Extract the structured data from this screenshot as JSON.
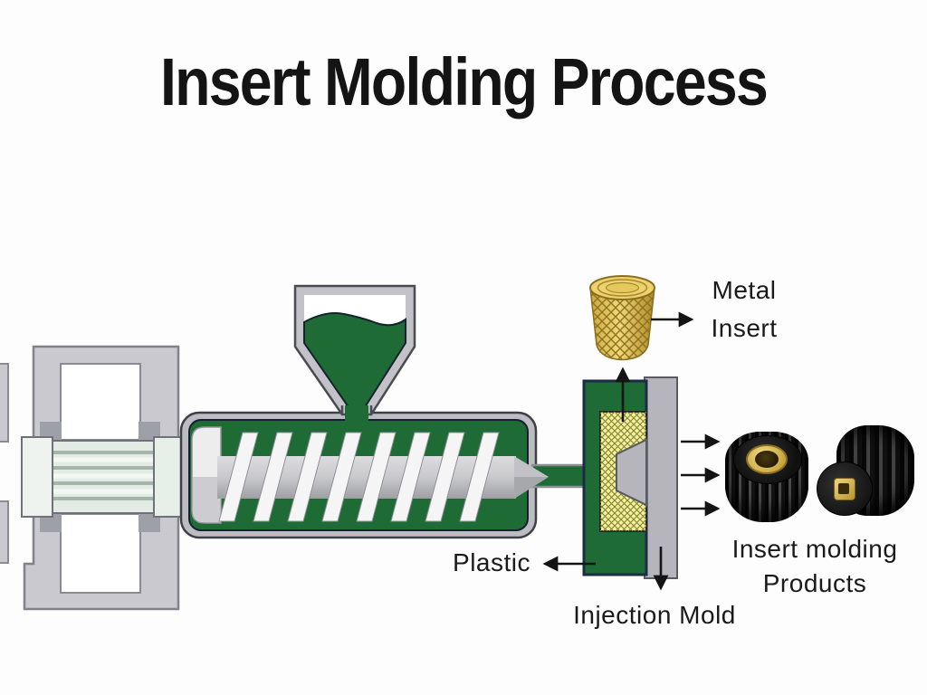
{
  "title": "Insert Molding Process",
  "labels": {
    "metal_insert_line1": "Metal",
    "metal_insert_line2": "Insert",
    "plastic": "Plastic",
    "injection_mold": "Injection Mold",
    "products_line1": "Insert molding",
    "products_line2": "Products"
  },
  "colors": {
    "plastic_green": "#1e6b36",
    "machine_gray": "#c6c6cc",
    "barrel_border_gray": "#bcbcc2",
    "insert_cavity_yellow": "#f3f09f",
    "brass": "#d4b14e",
    "product_black": "#121212",
    "arrow_black": "#141414",
    "text": "#141414",
    "background": "#fdfdfd"
  }
}
